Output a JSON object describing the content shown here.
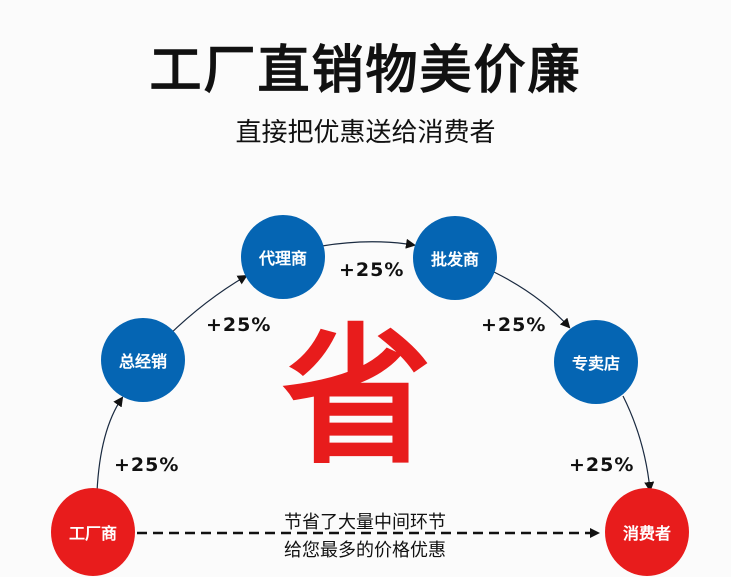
{
  "title": "工厂直销物美价廉",
  "subtitle": "直接把优惠送给消费者",
  "center_char": "省",
  "nodes": {
    "factory": "工厂商",
    "general_distributor": "总经销",
    "agent": "代理商",
    "wholesaler": "批发商",
    "store": "专卖店",
    "consumer": "消费者"
  },
  "markups": [
    "+25%",
    "+25%",
    "+25%",
    "+25%",
    "+25%"
  ],
  "note_line1": "节省了大量中间环节",
  "note_line2": "给您最多的价格优惠",
  "colors": {
    "blue": "#0565b3",
    "red": "#e81c1c"
  }
}
